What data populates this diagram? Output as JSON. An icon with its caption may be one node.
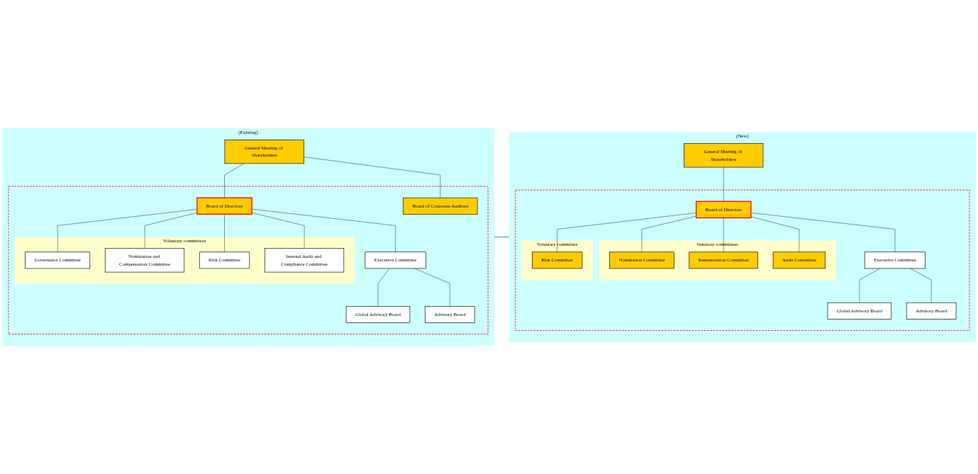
{
  "diagram": {
    "nodes": [
      {
        "text": [
          "(Existing)"
        ]
      },
      {
        "text": [
          "General Meeting of Shareholders"
        ],
        "in": 0
      },
      {
        "text": [],
        "shape": "box",
        "in": 0
      },
      {
        "text": [
          "Board of Corporate Auditors"
        ],
        "in": 2
      },
      {
        "text": [
          "Global Advisory Board"
        ],
        "in": 2
      },
      {
        "text": [
          "Advisory Board"
        ],
        "in": 2
      },
      {
        "text": [
          "Board of Directors"
        ],
        "in": 2
      },
      {
        "text": [
          "Voluntary committees"
        ],
        "in": 2
      },
      {
        "text": [
          "Governance Committee"
        ],
        "in": 7
      },
      {
        "text": [
          "Nomination and Compensation Committee"
        ],
        "in": 7
      },
      {
        "text": [
          "Risk Committee"
        ],
        "in": 7
      },
      {
        "text": [
          "Internal Audit and Compliance Committee"
        ],
        "in": 7
      },
      {
        "text": [
          "Executive Committee"
        ],
        "in": 2
      },
      {
        "text": [
          "(New)"
        ]
      },
      {
        "text": [
          "General Meeting of Shareholders"
        ],
        "in": 13
      },
      {
        "text": [],
        "shape": "box",
        "in": 13
      },
      {
        "text": [
          "Global Advisory Board"
        ],
        "in": 15
      },
      {
        "text": [
          "Advisory Board"
        ],
        "in": 15
      },
      {
        "text": [
          "Board of Directors"
        ],
        "in": 15
      },
      {
        "text": [
          "Statutory committees"
        ],
        "in": 15
      },
      {
        "text": [
          "Nomination Committee"
        ],
        "in": 19
      },
      {
        "text": [
          "Remuneration Committee"
        ],
        "in": 19
      },
      {
        "text": [
          "Audit Committee"
        ],
        "in": 19
      },
      {
        "text": [
          "Voluntary committee"
        ],
        "in": 15
      },
      {
        "text": [
          "Risk Committee"
        ],
        "in": 23
      },
      {
        "text": [
          "Executive Committee"
        ],
        "in": 15
      }
    ],
    "edges": [
      {
        "from": 1,
        "to": 6,
        "arrow": "none"
      },
      {
        "from": 1,
        "to": 3,
        "arrow": "none"
      },
      {
        "from": 6,
        "to": 8,
        "arrow": "none"
      },
      {
        "from": 6,
        "to": 9,
        "arrow": "none"
      },
      {
        "from": 6,
        "to": 10,
        "arrow": "none"
      },
      {
        "from": 6,
        "to": 11,
        "arrow": "none"
      },
      {
        "from": 6,
        "to": 12,
        "arrow": "none"
      },
      {
        "from": 12,
        "to": 4,
        "arrow": "none"
      },
      {
        "from": 12,
        "to": 5,
        "arrow": "none"
      },
      {
        "from": 0,
        "to": 13,
        "arrow": "to",
        "style": "thick",
        "color": "#99ccff"
      },
      {
        "from": 14,
        "to": 18,
        "arrow": "none"
      },
      {
        "from": 18,
        "to": 20,
        "arrow": "none"
      },
      {
        "from": 18,
        "to": 21,
        "arrow": "none"
      },
      {
        "from": 18,
        "to": 22,
        "arrow": "none"
      },
      {
        "from": 18,
        "to": 24,
        "arrow": "none"
      },
      {
        "from": 18,
        "to": 25,
        "arrow": "none"
      },
      {
        "from": 25,
        "to": 16,
        "arrow": "none"
      },
      {
        "from": 25,
        "to": 17,
        "arrow": "none"
      }
    ]
  }
}
